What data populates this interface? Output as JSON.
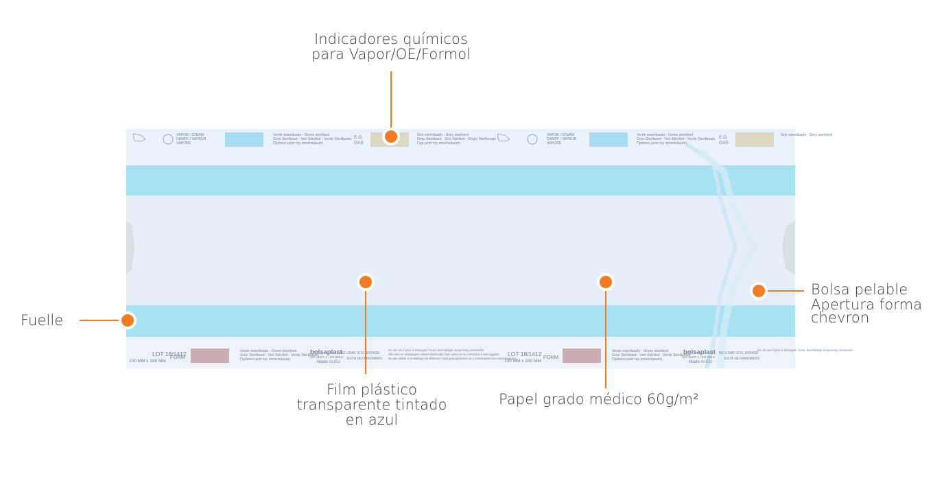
{
  "callouts": {
    "chem": {
      "lines": [
        "Indicadores químicos",
        "para Vapor/OE/Formol"
      ]
    },
    "fuelle": {
      "lines": [
        "Fuelle"
      ]
    },
    "film": {
      "lines": [
        "Film plástico",
        "transparente tintado",
        "en azul"
      ]
    },
    "paper": {
      "lines": [
        "Papel grado médico 60g/m²"
      ]
    },
    "bolsa": {
      "lines": [
        "Bolsa pelable",
        "Apertura forma",
        "chevron"
      ]
    }
  },
  "print_top": {
    "steam": [
      "VAPOR / STEAM",
      "DAMPF / VAPEUR",
      "VAPORE"
    ],
    "green": [
      "Verde esterilizado - Green sterilised",
      "Grün Sterilisiert - Vert Stérilisé - Verde Sterilizzato",
      "Πράσινο μετά την αποστείρωση"
    ],
    "eo": [
      "E.O.",
      "GAS"
    ],
    "grey": [
      "Gris esterilizado - Grey sterilised",
      "Grau Sterilisiert - Gris Stérilisé - Grigio Sterilizzato",
      "Γκρι μετά την αποστείρωση"
    ]
  },
  "print_bottom": {
    "lot": "LOT 18/1412",
    "size": "100 MM x 280 MM",
    "form": "FORM",
    "green": [
      "Verde esterilizado - Green sterilised",
      "Grün Sterilisiert - Vert Stérilisé - Verde Sterilizzato",
      "Πράσινο μετά την αποστείρωση"
    ],
    "brand": "bolsaplast",
    "iso": "ISO 11607-1 / EN 868-5",
    "made": "Made in EU",
    "nouse": [
      "NO USAR SI EL ENVASE",
      "ESTÁ DETERIORADO"
    ],
    "warn": [
      "Do not use if pack is damaged / Keine beschädigte Verpackung verwenden",
      "Não usar se embalagem estiver danificada / Non usare se la confezione è danneggiata",
      "Ne pas utiliser si emballage est détérioré / Μην χρησιμοποιείτε αν η συσκευασία είναι κατεστραμμένη"
    ]
  },
  "colors": {
    "accent": "#f47c20",
    "band": "#a6e2f1",
    "strip": "#e9f2fb",
    "body": "#e5edf8",
    "print": "#6f7f95",
    "green_box": "#a7dcf3",
    "eo_box": "#ddd8bf",
    "form_box": "#c9adb1"
  }
}
